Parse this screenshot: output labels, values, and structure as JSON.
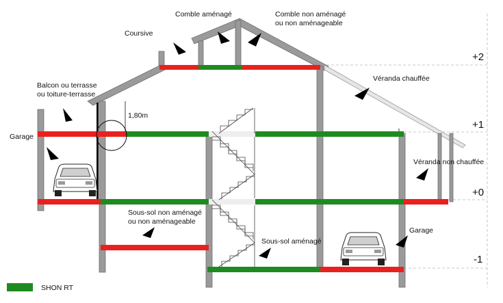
{
  "labels": {
    "comble_amenage": "Comble aménagé",
    "comble_non_amenage_1": "Comble non aménagé",
    "comble_non_amenage_2": "ou non aménageable",
    "coursive": "Coursive",
    "balcon_1": "Balcon ou terrasse",
    "balcon_2": "ou toiture-terrasse",
    "hauteur": "1,80m",
    "garage_left": "Garage",
    "veranda_chauffee": "Véranda chauffée",
    "veranda_non_chauffee": "Véranda non chauffée",
    "sous_sol_non_amenage_1": "Sous-sol non aménagé",
    "sous_sol_non_amenage_2": "ou non aménageable",
    "sous_sol_amenage": "Sous-sol aménagé",
    "garage_right": "Garage"
  },
  "levels": {
    "plus2": "+2",
    "plus1": "+1",
    "zero": "+0",
    "minus1": "-1"
  },
  "legend": {
    "shon_rt": "SHON RT"
  },
  "colors": {
    "shon_rt_green": "#1f8a1f",
    "excluded_red": "#e8211e",
    "wall_grey": "#9a9a9a"
  }
}
